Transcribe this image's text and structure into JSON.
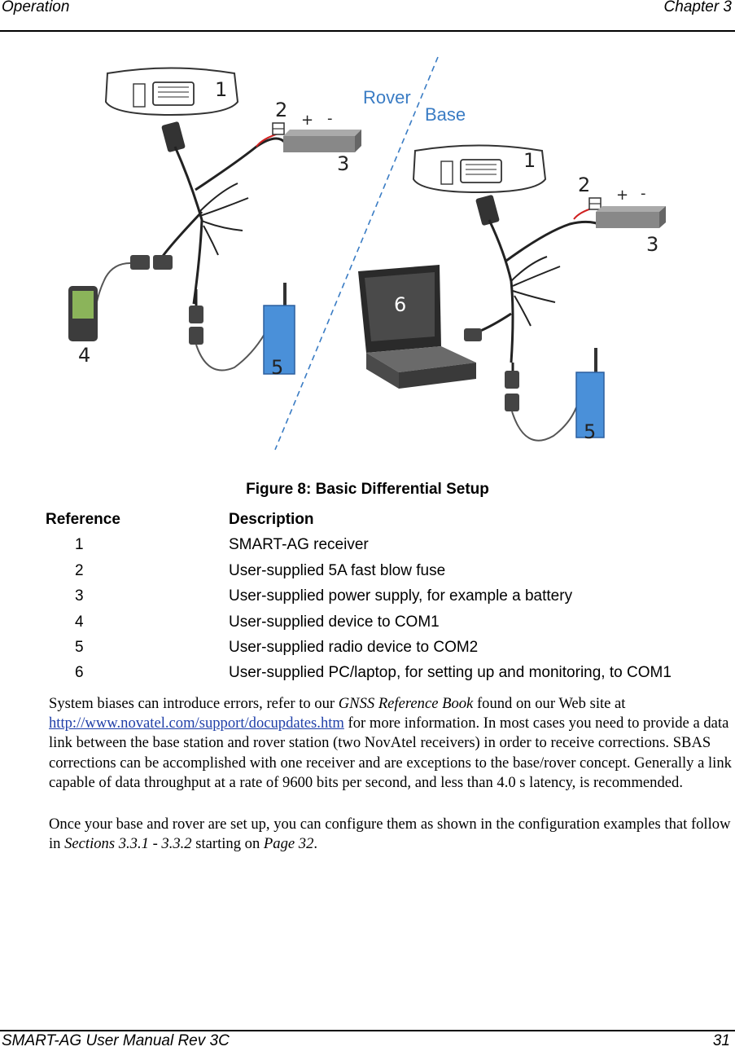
{
  "header": {
    "left": "Operation",
    "right": "Chapter 3"
  },
  "footer": {
    "left": "SMART-AG User Manual Rev 3C",
    "right": "31"
  },
  "figure": {
    "caption": "Figure 8: Basic Differential Setup",
    "labels": {
      "rover": "Rover",
      "base": "Base",
      "r1": "1",
      "r2": "2",
      "r3": "3",
      "r4": "4",
      "r5": "5",
      "b1": "1",
      "b2": "2",
      "b3": "3",
      "b5": "5",
      "b6": "6",
      "plus": "+",
      "minus": "-"
    }
  },
  "table": {
    "headers": [
      "Reference",
      "Description"
    ],
    "rows": [
      {
        "ref": "1",
        "desc": "SMART-AG receiver"
      },
      {
        "ref": "2",
        "desc": "User-supplied 5A fast blow fuse"
      },
      {
        "ref": "3",
        "desc": "User-supplied power supply, for example a battery"
      },
      {
        "ref": "4",
        "desc": "User-supplied device to COM1"
      },
      {
        "ref": "5",
        "desc": "User-supplied radio device to COM2"
      },
      {
        "ref": "6",
        "desc": "User-supplied PC/laptop, for setting up and monitoring, to COM1"
      }
    ]
  },
  "body": {
    "p1_a": "System biases can introduce errors, refer to our ",
    "p1_book": "GNSS Reference Book",
    "p1_b": " found on our Web site at ",
    "p1_link": "http://www.novatel.com/support/docupdates.htm",
    "p1_c": " for more information. In most cases you need to provide a data link between the base station and rover station (two NovAtel receivers) in order to receive corrections. SBAS corrections can be accomplished with one receiver and are exceptions to the base/rover concept. Generally a link capable of data throughput at a rate of 9600 bits per second, and less than 4.0 s latency, is recommended.",
    "p2_a": "Once your base and rover are set up, you can configure them as shown in the configuration examples that follow in ",
    "p2_sections": "Sections 3.3.1 - 3.3.2",
    "p2_b": " starting on ",
    "p2_page": "Page 32",
    "p2_c": "."
  }
}
